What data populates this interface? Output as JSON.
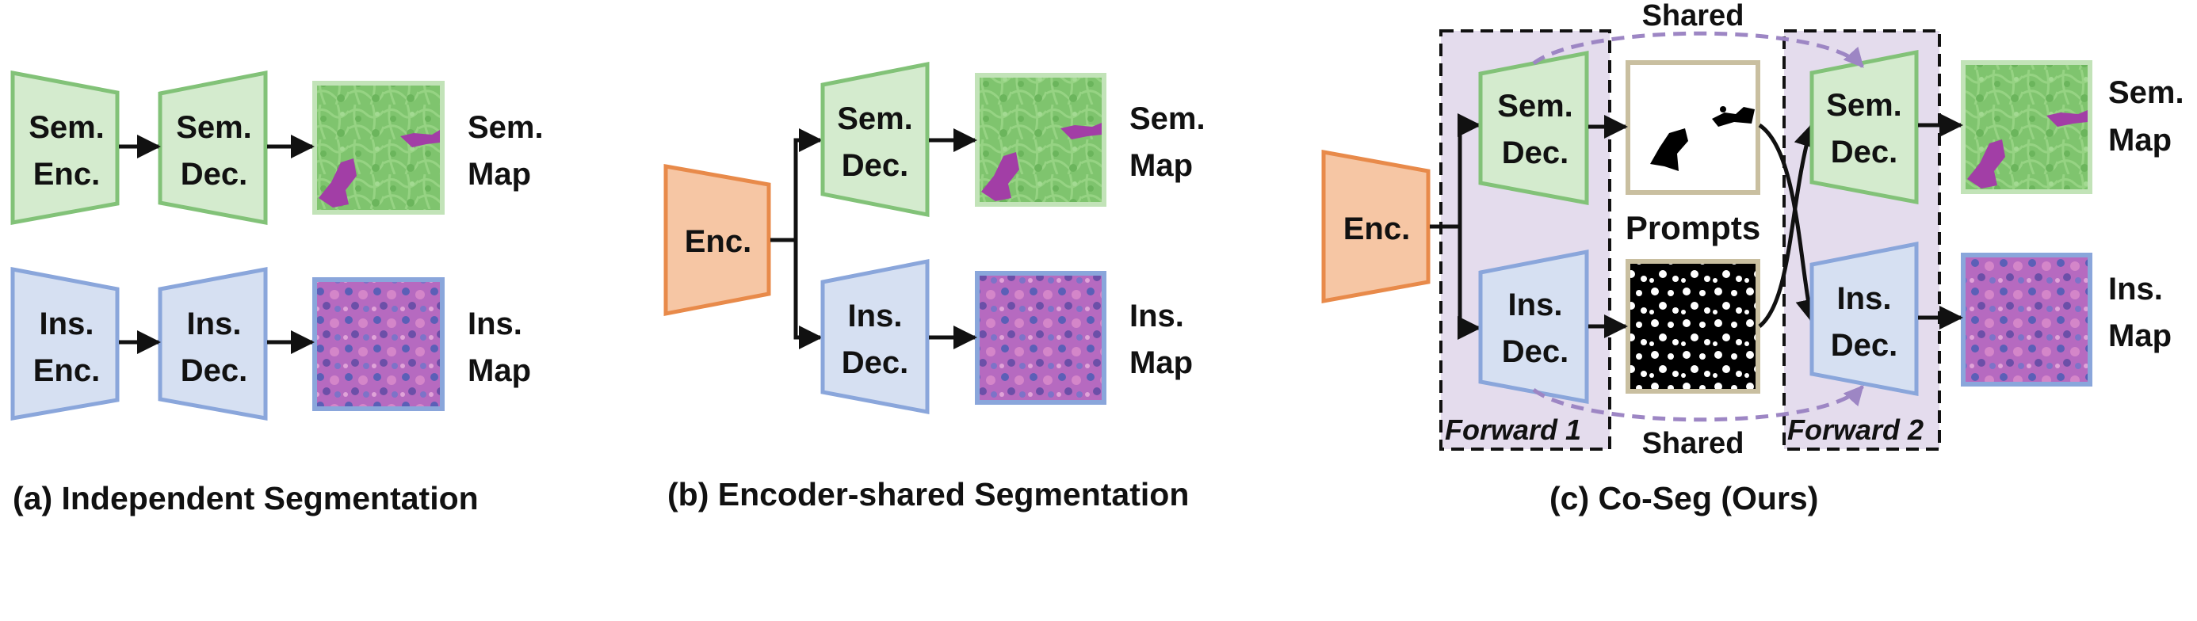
{
  "colors": {
    "sem_fill": "#d4ebce",
    "sem_stroke": "#82c278",
    "ins_fill": "#d6e0f2",
    "ins_stroke": "#8aa6db",
    "enc_fill": "#f6c6a4",
    "enc_stroke": "#e88a4a",
    "forward_bg": "#e4dced",
    "dashed_arrow": "#9d86c4",
    "prompt_frame": "#c9bfa0"
  },
  "panel_a": {
    "sem_enc": [
      "Sem.",
      "Enc."
    ],
    "sem_dec": [
      "Sem.",
      "Dec."
    ],
    "sem_map": [
      "Sem.",
      "Map"
    ],
    "ins_enc": [
      "Ins.",
      "Enc."
    ],
    "ins_dec": [
      "Ins.",
      "Dec."
    ],
    "ins_map": [
      "Ins.",
      "Map"
    ],
    "caption": "(a) Independent Segmentation"
  },
  "panel_b": {
    "enc": "Enc.",
    "sem_dec": [
      "Sem.",
      "Dec."
    ],
    "sem_map": [
      "Sem.",
      "Map"
    ],
    "ins_dec": [
      "Ins.",
      "Dec."
    ],
    "ins_map": [
      "Ins.",
      "Map"
    ],
    "caption": "(b) Encoder-shared Segmentation"
  },
  "panel_c": {
    "enc": "Enc.",
    "sem_dec_1": [
      "Sem.",
      "Dec."
    ],
    "ins_dec_1": [
      "Ins.",
      "Dec."
    ],
    "sem_dec_2": [
      "Sem.",
      "Dec."
    ],
    "ins_dec_2": [
      "Ins.",
      "Dec."
    ],
    "sem_map": [
      "Sem.",
      "Map"
    ],
    "ins_map": [
      "Ins.",
      "Map"
    ],
    "prompts": "Prompts",
    "shared_top": "Shared",
    "shared_bottom": "Shared",
    "forward_1": "Forward 1",
    "forward_2": "Forward 2",
    "caption": "(c) Co-Seg (Ours)"
  }
}
